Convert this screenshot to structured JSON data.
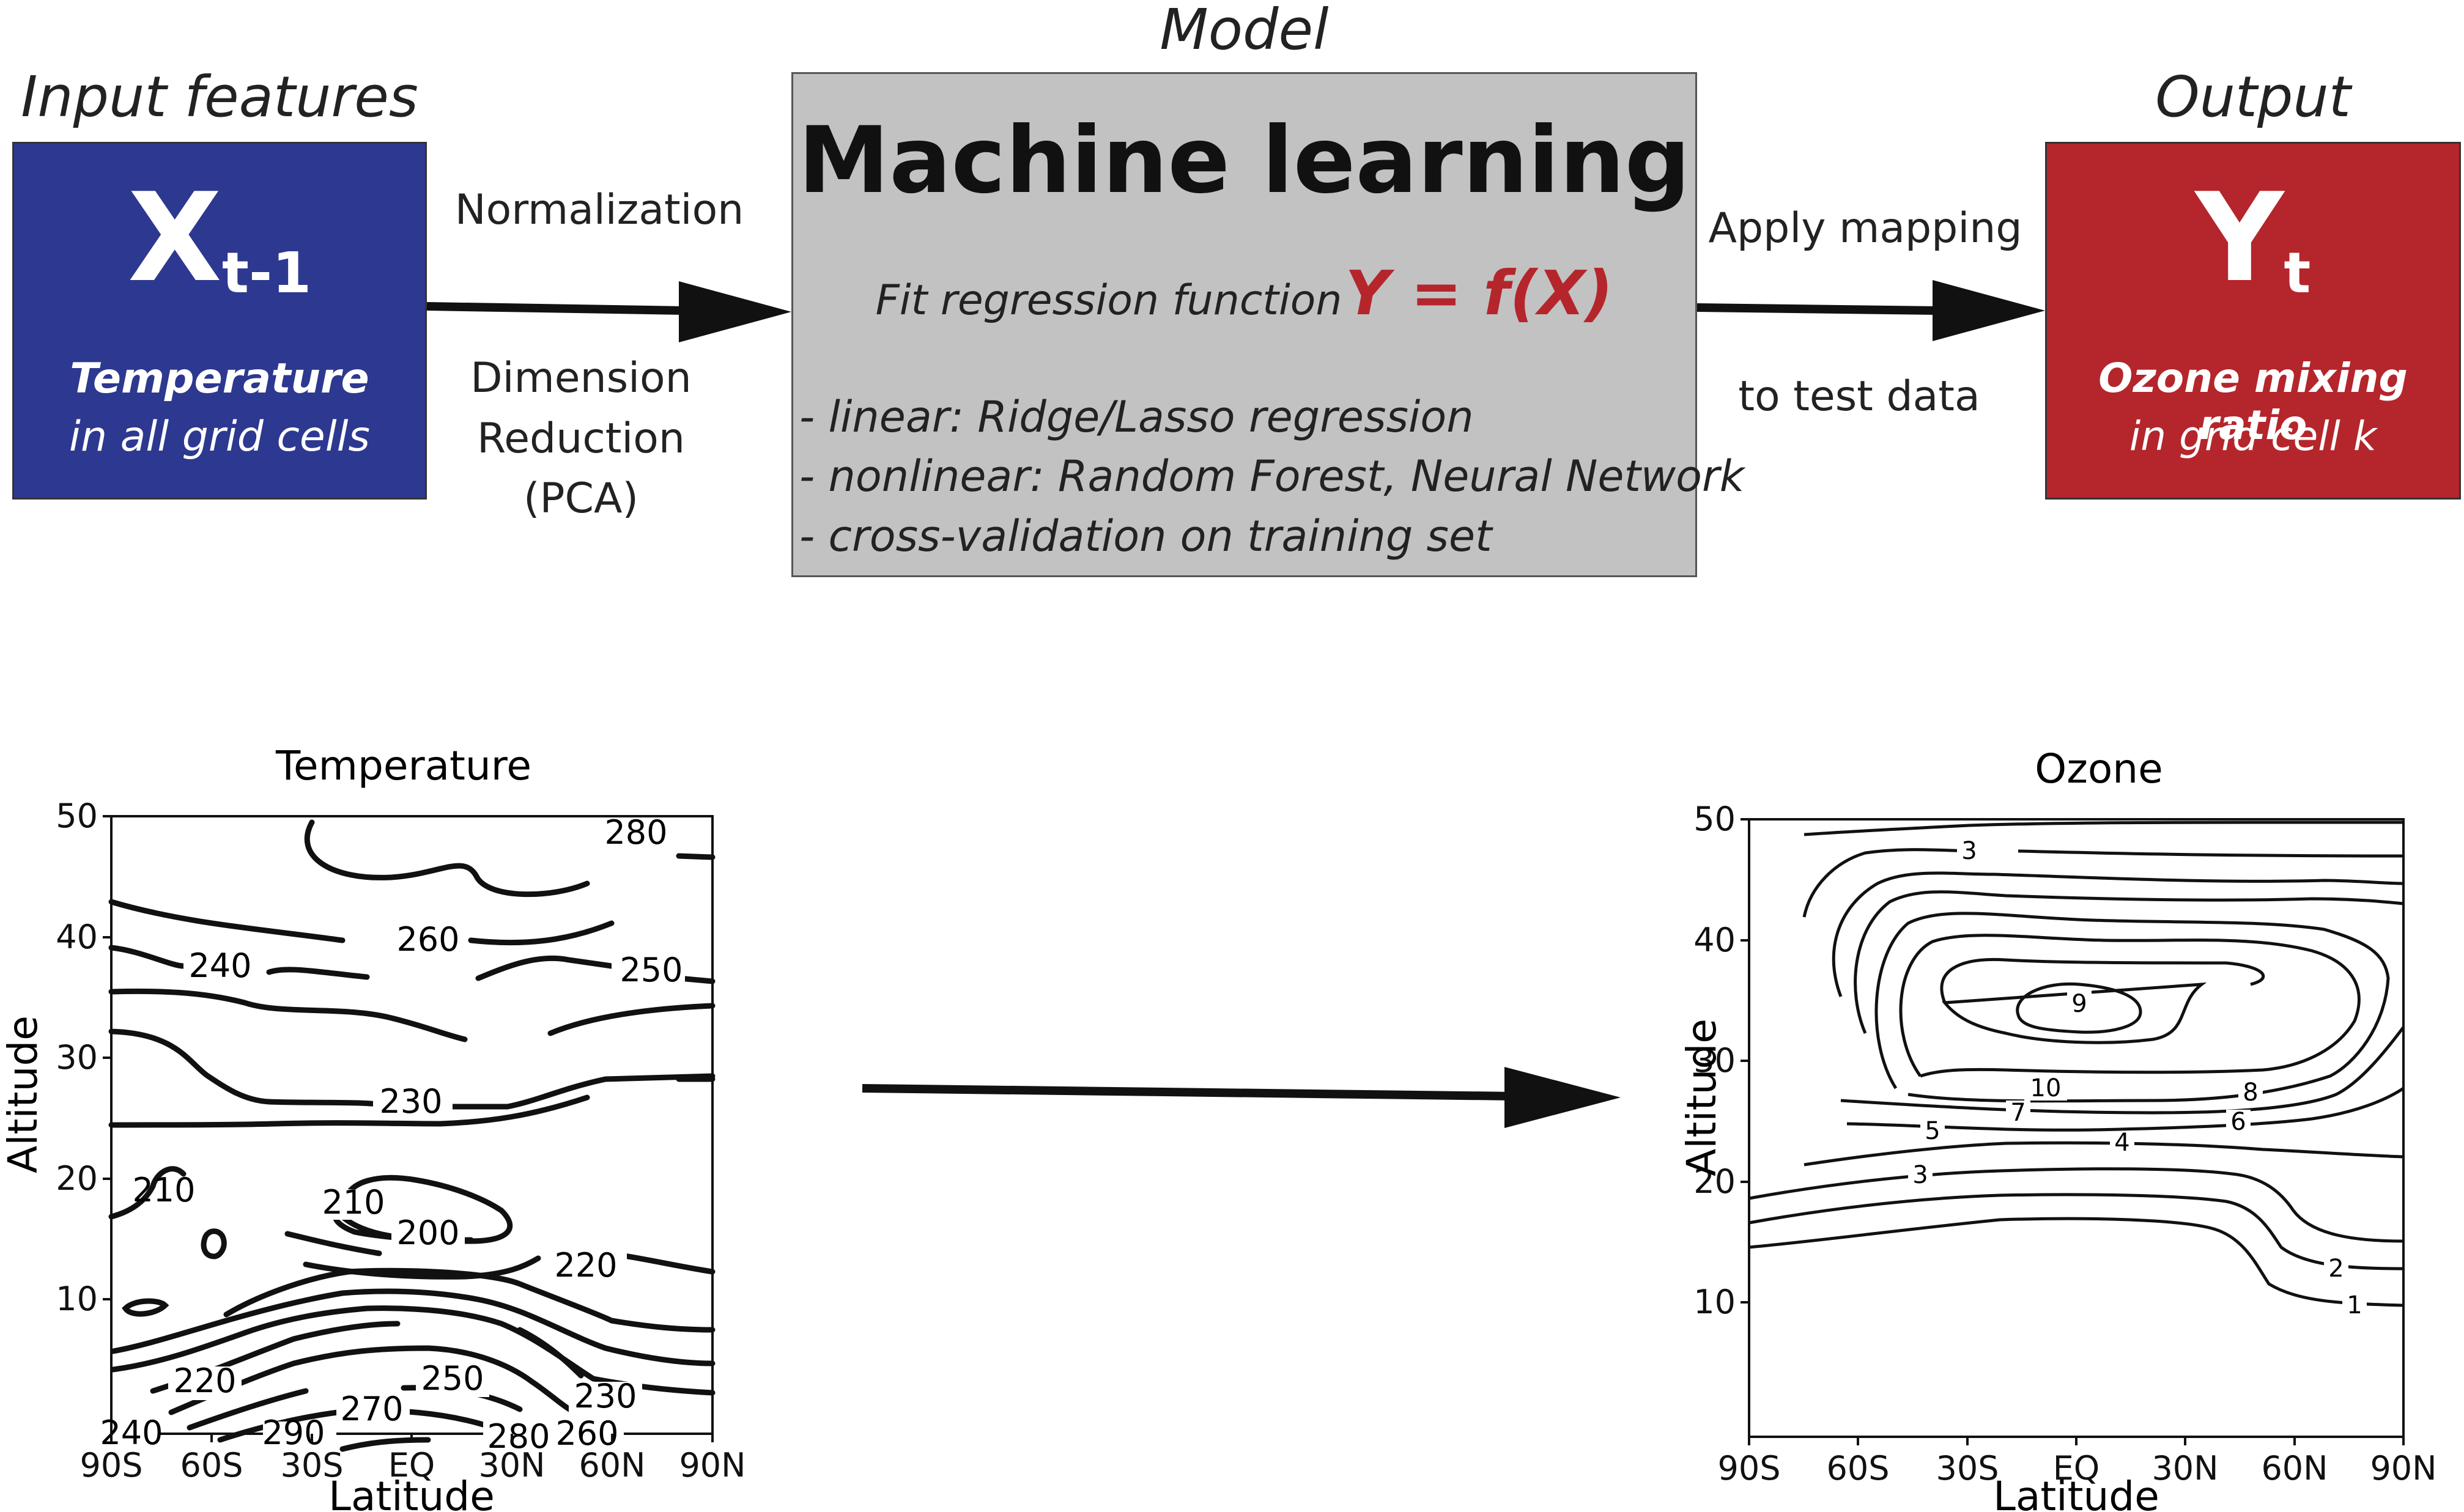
{
  "input": {
    "header": "Input features",
    "symbol": "X",
    "subscript": "t-1",
    "line1": "Temperature",
    "line2": "in all grid cells",
    "color": "#2d3890"
  },
  "arrow1": {
    "above": "Normalization",
    "below1": "Dimension",
    "below2": "Reduction",
    "below3": "(PCA)"
  },
  "model": {
    "header": "Model",
    "title": "Machine learning",
    "fit_text": "Fit regression function",
    "equation": "Y = f(X)",
    "bullets": [
      "- linear: Ridge/Lasso regression",
      "- nonlinear: Random Forest, Neural Network",
      "- cross-validation on training set"
    ],
    "color": "#c2c2c2"
  },
  "arrow2": {
    "above": "Apply mapping",
    "below": "to test data"
  },
  "output": {
    "header": "Output",
    "symbol": "Y",
    "subscript": "t",
    "line1": "Ozone mixing ratio",
    "line2": "in grid cell k",
    "color": "#b4262c"
  },
  "chart_data": [
    {
      "type": "contour",
      "title": "Temperature",
      "xlabel": "Latitude",
      "ylabel": "Altitude",
      "xticks": [
        "90S",
        "60S",
        "30S",
        "EQ",
        "30N",
        "60N",
        "90N"
      ],
      "yticks": [
        "10",
        "20",
        "30",
        "40",
        "50"
      ],
      "xlim": [
        -90,
        90
      ],
      "ylim": [
        1,
        50
      ],
      "contour_labels": [
        {
          "text": "280",
          "x": 60,
          "y": 48.5
        },
        {
          "text": "260",
          "x": 15,
          "y": 41.5
        },
        {
          "text": "240",
          "x": -59,
          "y": 40
        },
        {
          "text": "250",
          "x": 70,
          "y": 39.5
        },
        {
          "text": "230",
          "x": 10,
          "y": 32.5
        },
        {
          "text": "210",
          "x": -67,
          "y": 21.5
        },
        {
          "text": "210",
          "x": -13,
          "y": 20.5
        },
        {
          "text": "200",
          "x": 6,
          "y": 18.5
        },
        {
          "text": "220",
          "x": 50,
          "y": 18.5
        },
        {
          "text": "220",
          "x": -63,
          "y": 9
        },
        {
          "text": "250",
          "x": 24,
          "y": 9
        },
        {
          "text": "230",
          "x": 61,
          "y": 7.5
        },
        {
          "text": "270",
          "x": -1,
          "y": 5.5
        },
        {
          "text": "260",
          "x": 55,
          "y": 3
        },
        {
          "text": "280",
          "x": 33,
          "y": 2.5
        },
        {
          "text": "290",
          "x": -25,
          "y": 0.8
        },
        {
          "text": "240",
          "x": -80,
          "y": 1
        }
      ],
      "grid": false
    },
    {
      "type": "contour",
      "title": "Ozone",
      "xlabel": "Latitude",
      "ylabel": "Altitude",
      "xticks": [
        "90S",
        "60S",
        "30S",
        "EQ",
        "30N",
        "60N",
        "90N"
      ],
      "yticks": [
        "10",
        "20",
        "30",
        "40",
        "50"
      ],
      "xlim": [
        -90,
        90
      ],
      "ylim": [
        1,
        50
      ],
      "contour_labels": [
        {
          "text": "3",
          "x": -38,
          "y": 47
        },
        {
          "text": "9",
          "x": -3,
          "y": 36
        },
        {
          "text": "10",
          "x": -3,
          "y": 29
        },
        {
          "text": "8",
          "x": 42,
          "y": 28
        },
        {
          "text": "7",
          "x": -14,
          "y": 26.5
        },
        {
          "text": "6",
          "x": 37,
          "y": 25.5
        },
        {
          "text": "5",
          "x": -48,
          "y": 25
        },
        {
          "text": "4",
          "x": 5,
          "y": 24
        },
        {
          "text": "3",
          "x": -59,
          "y": 20.5
        },
        {
          "text": "2",
          "x": 70,
          "y": 15.5
        },
        {
          "text": "1",
          "x": 76,
          "y": 12.5
        }
      ],
      "grid": false
    }
  ]
}
